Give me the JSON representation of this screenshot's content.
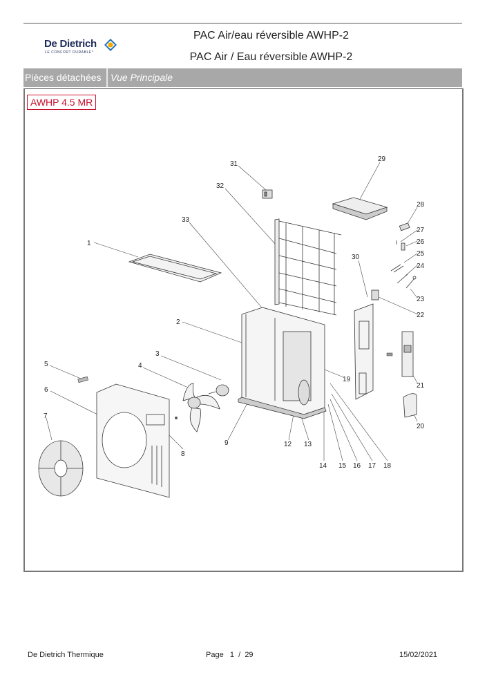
{
  "header": {
    "brand": "De Dietrich",
    "brand_tagline": "LE CONFORT DURABLE*",
    "title_line1": "PAC Air/eau réversible AWHP-2",
    "title_line2": "PAC Air / Eau réversible AWHP-2",
    "brand_color": "#1d2b5a",
    "logo_accent": "#f5a800",
    "logo_blue": "#1f6fb5"
  },
  "section_bar": {
    "category": "Pièces détachées",
    "view": "Vue Principale",
    "bar_color": "#a8a8a8"
  },
  "diagram": {
    "model_label": "AWHP 4.5 MR",
    "model_color": "#c8102e",
    "part_numbers": [
      "1",
      "2",
      "3",
      "4",
      "5",
      "6",
      "7",
      "8",
      "9",
      "12",
      "13",
      "14",
      "15",
      "16",
      "17",
      "18",
      "19",
      "20",
      "21",
      "22",
      "23",
      "24",
      "25",
      "26",
      "27",
      "28",
      "29",
      "30",
      "31",
      "32",
      "33"
    ]
  },
  "footer": {
    "company": "De Dietrich Thermique",
    "page_label": "Page",
    "page_current": "1",
    "page_separator": "/",
    "page_total": "29",
    "date": "15/02/2021"
  }
}
